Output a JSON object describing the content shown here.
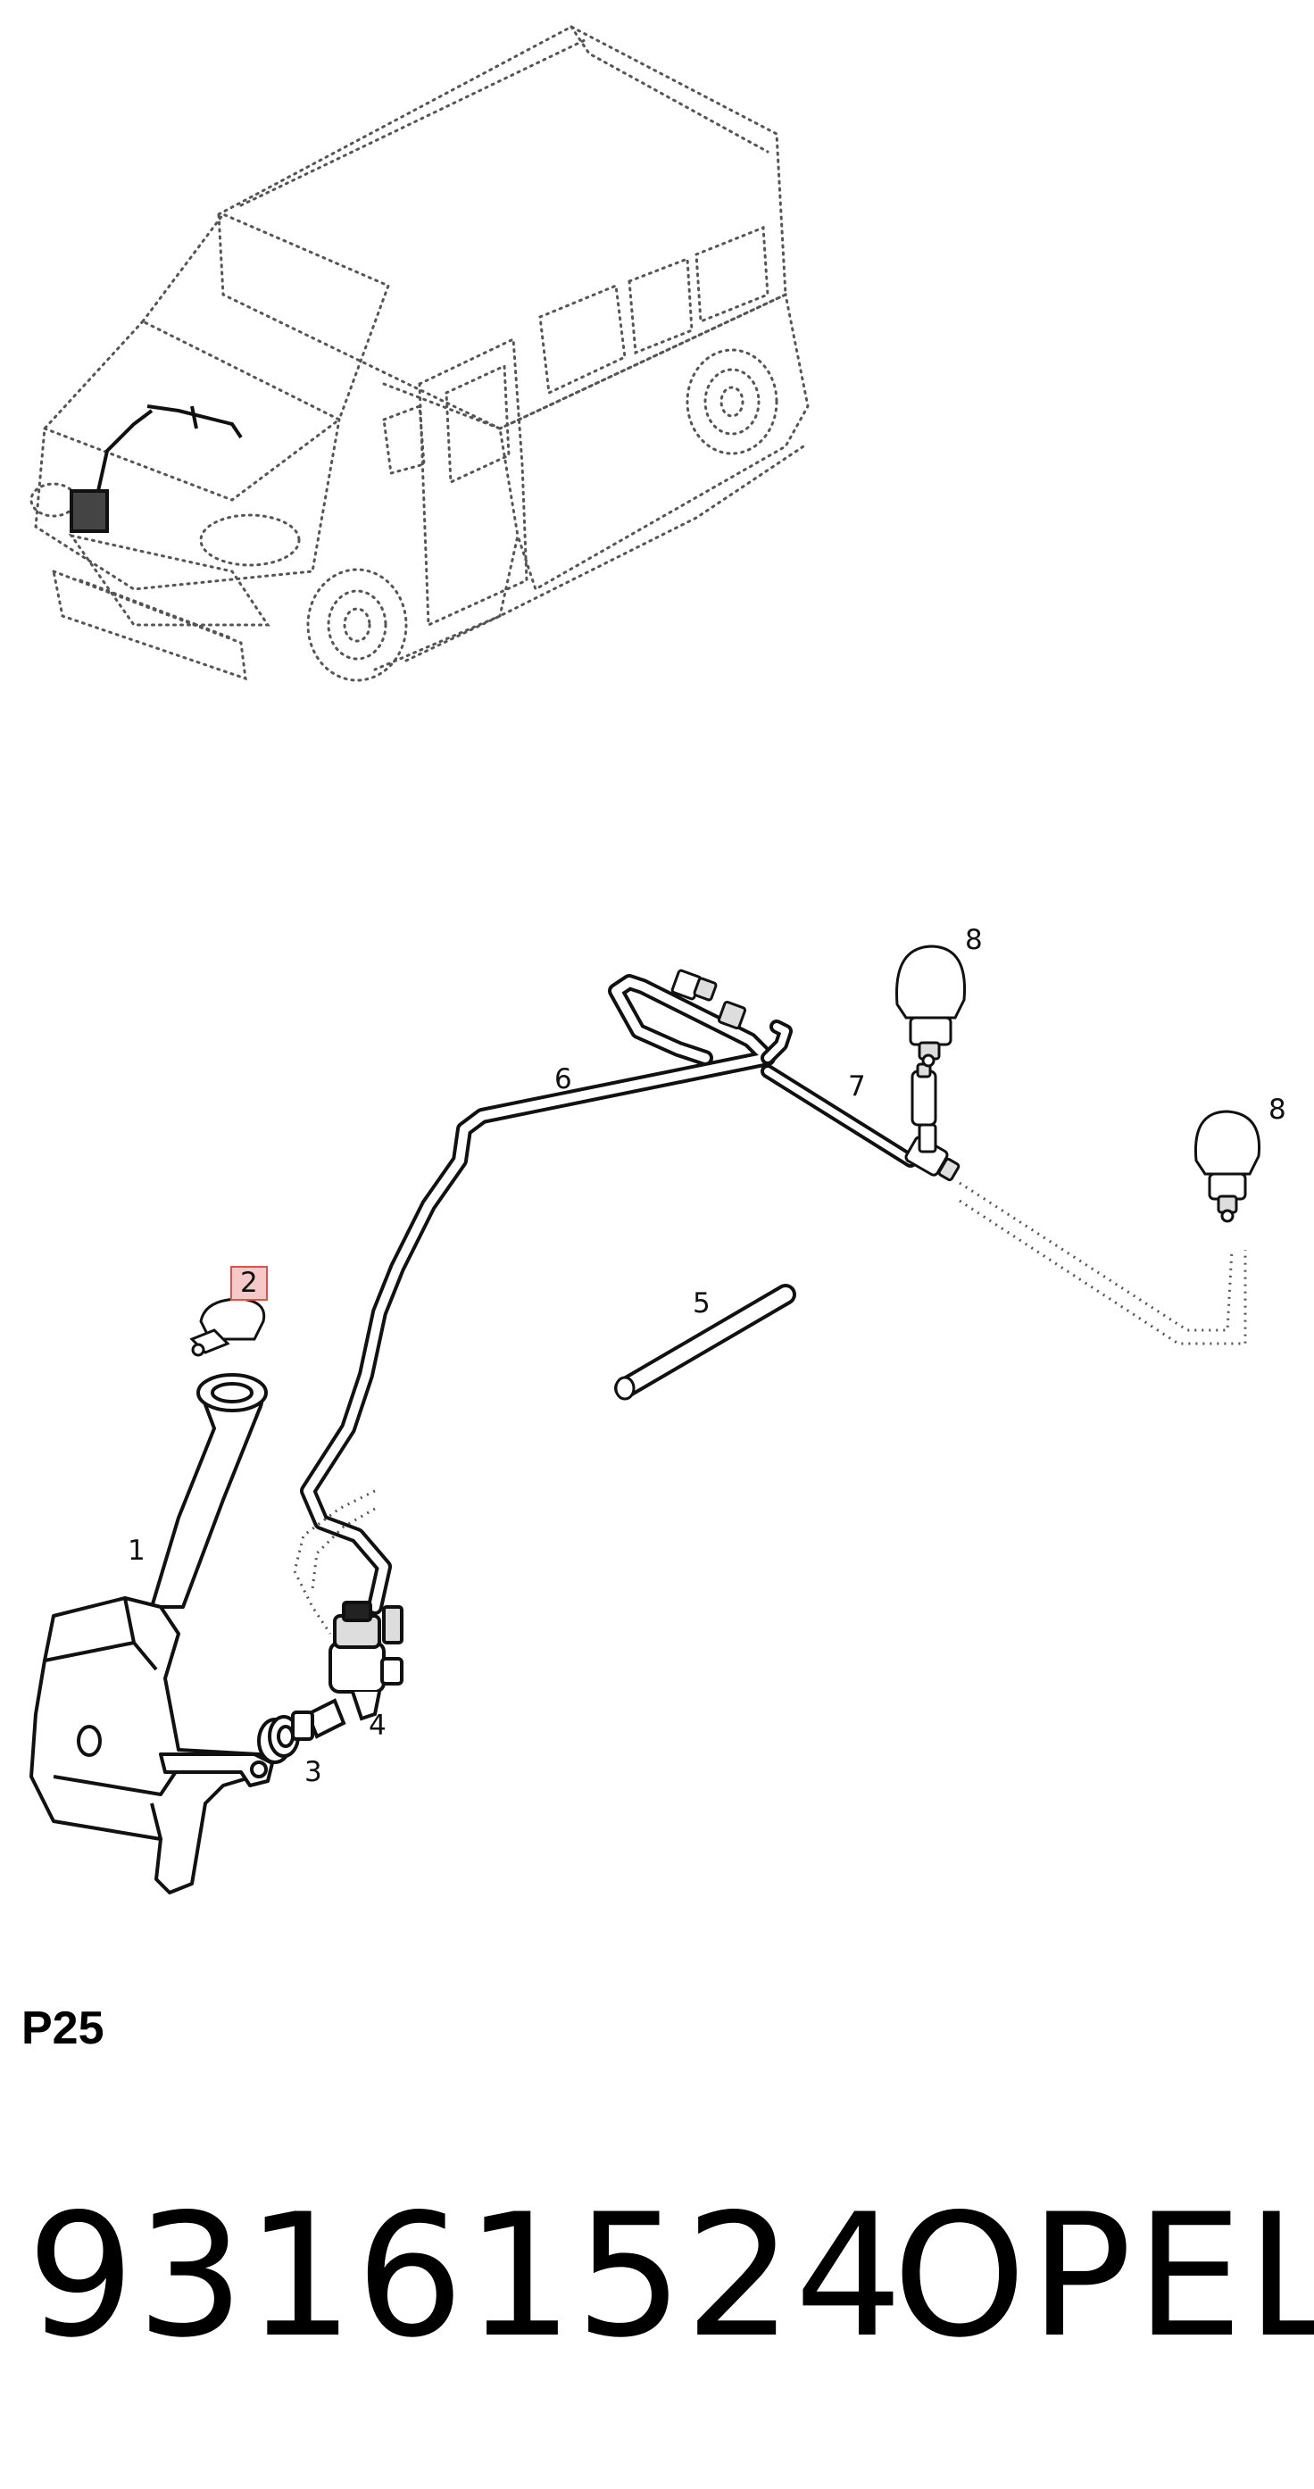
{
  "diagram": {
    "code": "P25",
    "callouts": [
      {
        "id": "1",
        "label": "1",
        "highlighted": false
      },
      {
        "id": "2",
        "label": "2",
        "highlighted": true
      },
      {
        "id": "3",
        "label": "3",
        "highlighted": false
      },
      {
        "id": "4",
        "label": "4",
        "highlighted": false
      },
      {
        "id": "5",
        "label": "5",
        "highlighted": false
      },
      {
        "id": "6",
        "label": "6",
        "highlighted": false
      },
      {
        "id": "7",
        "label": "7",
        "highlighted": false
      },
      {
        "id": "8a",
        "label": "8",
        "highlighted": false
      },
      {
        "id": "8b",
        "label": "8",
        "highlighted": false
      }
    ],
    "highlight_color": "#d9534f",
    "highlight_fill": "#f6c9c9"
  },
  "footer": {
    "part_number": "93161524",
    "brand": "OPEL"
  }
}
